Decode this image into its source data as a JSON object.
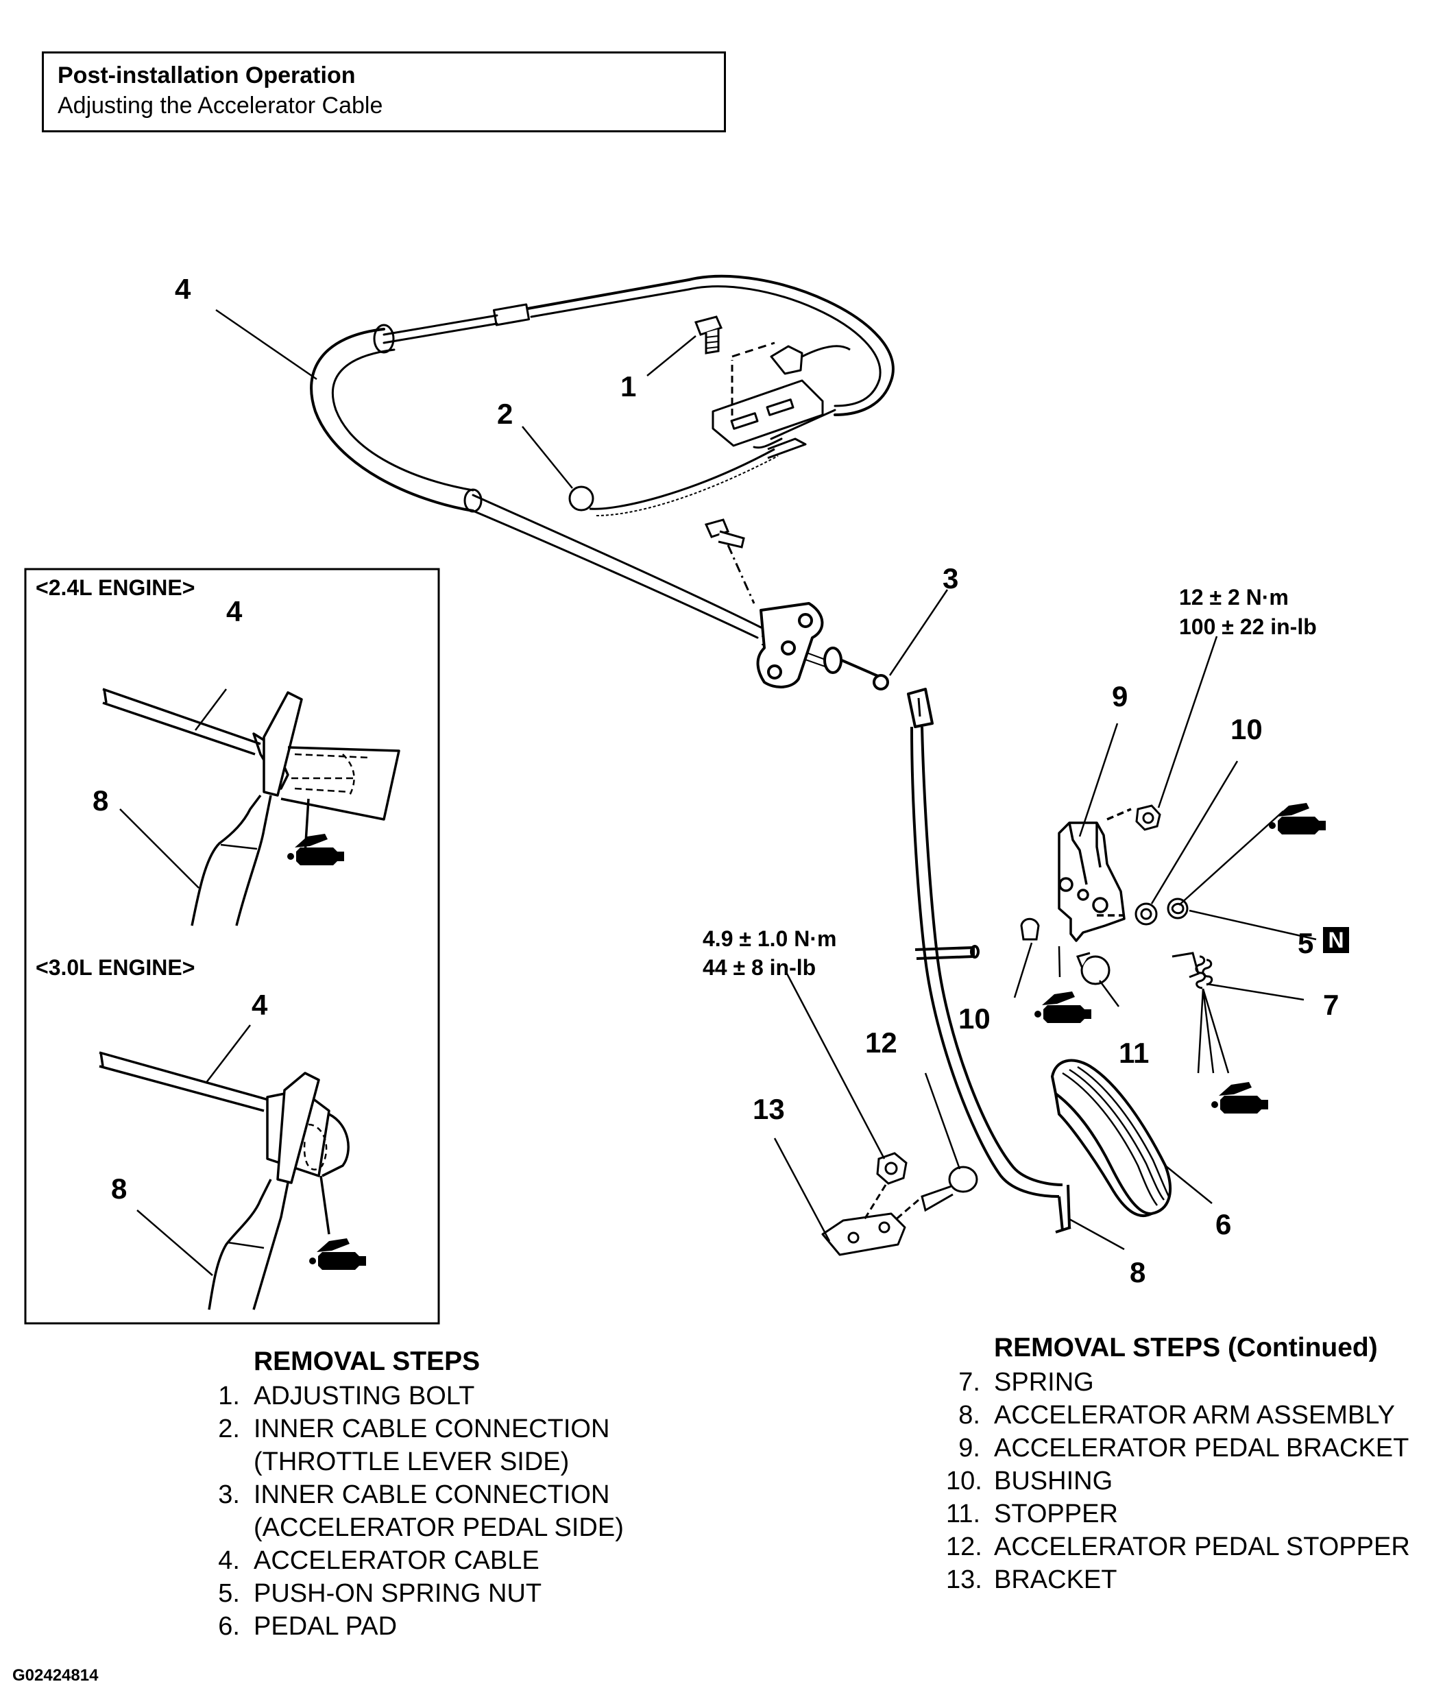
{
  "note": {
    "title": "Post-installation Operation",
    "subtitle": "Adjusting the Accelerator Cable"
  },
  "inset": {
    "engine_a": "<2.4L ENGINE>",
    "engine_b": "<3.0L ENGINE>"
  },
  "torques": {
    "bracket_nut": [
      "12 ± 2 N·m",
      "100 ± 22 in-lb"
    ],
    "stopper_nut": [
      "4.9 ± 1.0 N·m",
      "44 ± 8 in-lb"
    ]
  },
  "callouts": {
    "c1": "1",
    "c2": "2",
    "c3": "3",
    "c4": "4",
    "c5": "5",
    "c5_badge": "N",
    "c6": "6",
    "c7": "7",
    "c8": "8",
    "c9": "9",
    "c10": "10",
    "c11": "11",
    "c12": "12",
    "c13": "13"
  },
  "steps_left": {
    "header": "REMOVAL STEPS",
    "items": [
      {
        "num": "1.",
        "lines": [
          "ADJUSTING BOLT"
        ]
      },
      {
        "num": "2.",
        "lines": [
          "INNER CABLE CONNECTION",
          "(THROTTLE LEVER SIDE)"
        ]
      },
      {
        "num": "3.",
        "lines": [
          "INNER CABLE CONNECTION",
          "(ACCELERATOR PEDAL SIDE)"
        ]
      },
      {
        "num": "4.",
        "lines": [
          "ACCELERATOR CABLE"
        ]
      },
      {
        "num": "5.",
        "lines": [
          "PUSH-ON SPRING NUT"
        ]
      },
      {
        "num": "6.",
        "lines": [
          "PEDAL PAD"
        ]
      }
    ]
  },
  "steps_right": {
    "header": "REMOVAL STEPS (Continued)",
    "items": [
      {
        "num": "7.",
        "lines": [
          "SPRING"
        ]
      },
      {
        "num": "8.",
        "lines": [
          "ACCELERATOR ARM ASSEMBLY"
        ]
      },
      {
        "num": "9.",
        "lines": [
          "ACCELERATOR PEDAL BRACKET"
        ]
      },
      {
        "num": "10.",
        "lines": [
          "BUSHING"
        ]
      },
      {
        "num": "11.",
        "lines": [
          "STOPPER"
        ]
      },
      {
        "num": "12.",
        "lines": [
          "ACCELERATOR PEDAL STOPPER"
        ]
      },
      {
        "num": "13.",
        "lines": [
          "BRACKET"
        ]
      }
    ]
  },
  "figure_id": "G02424814"
}
